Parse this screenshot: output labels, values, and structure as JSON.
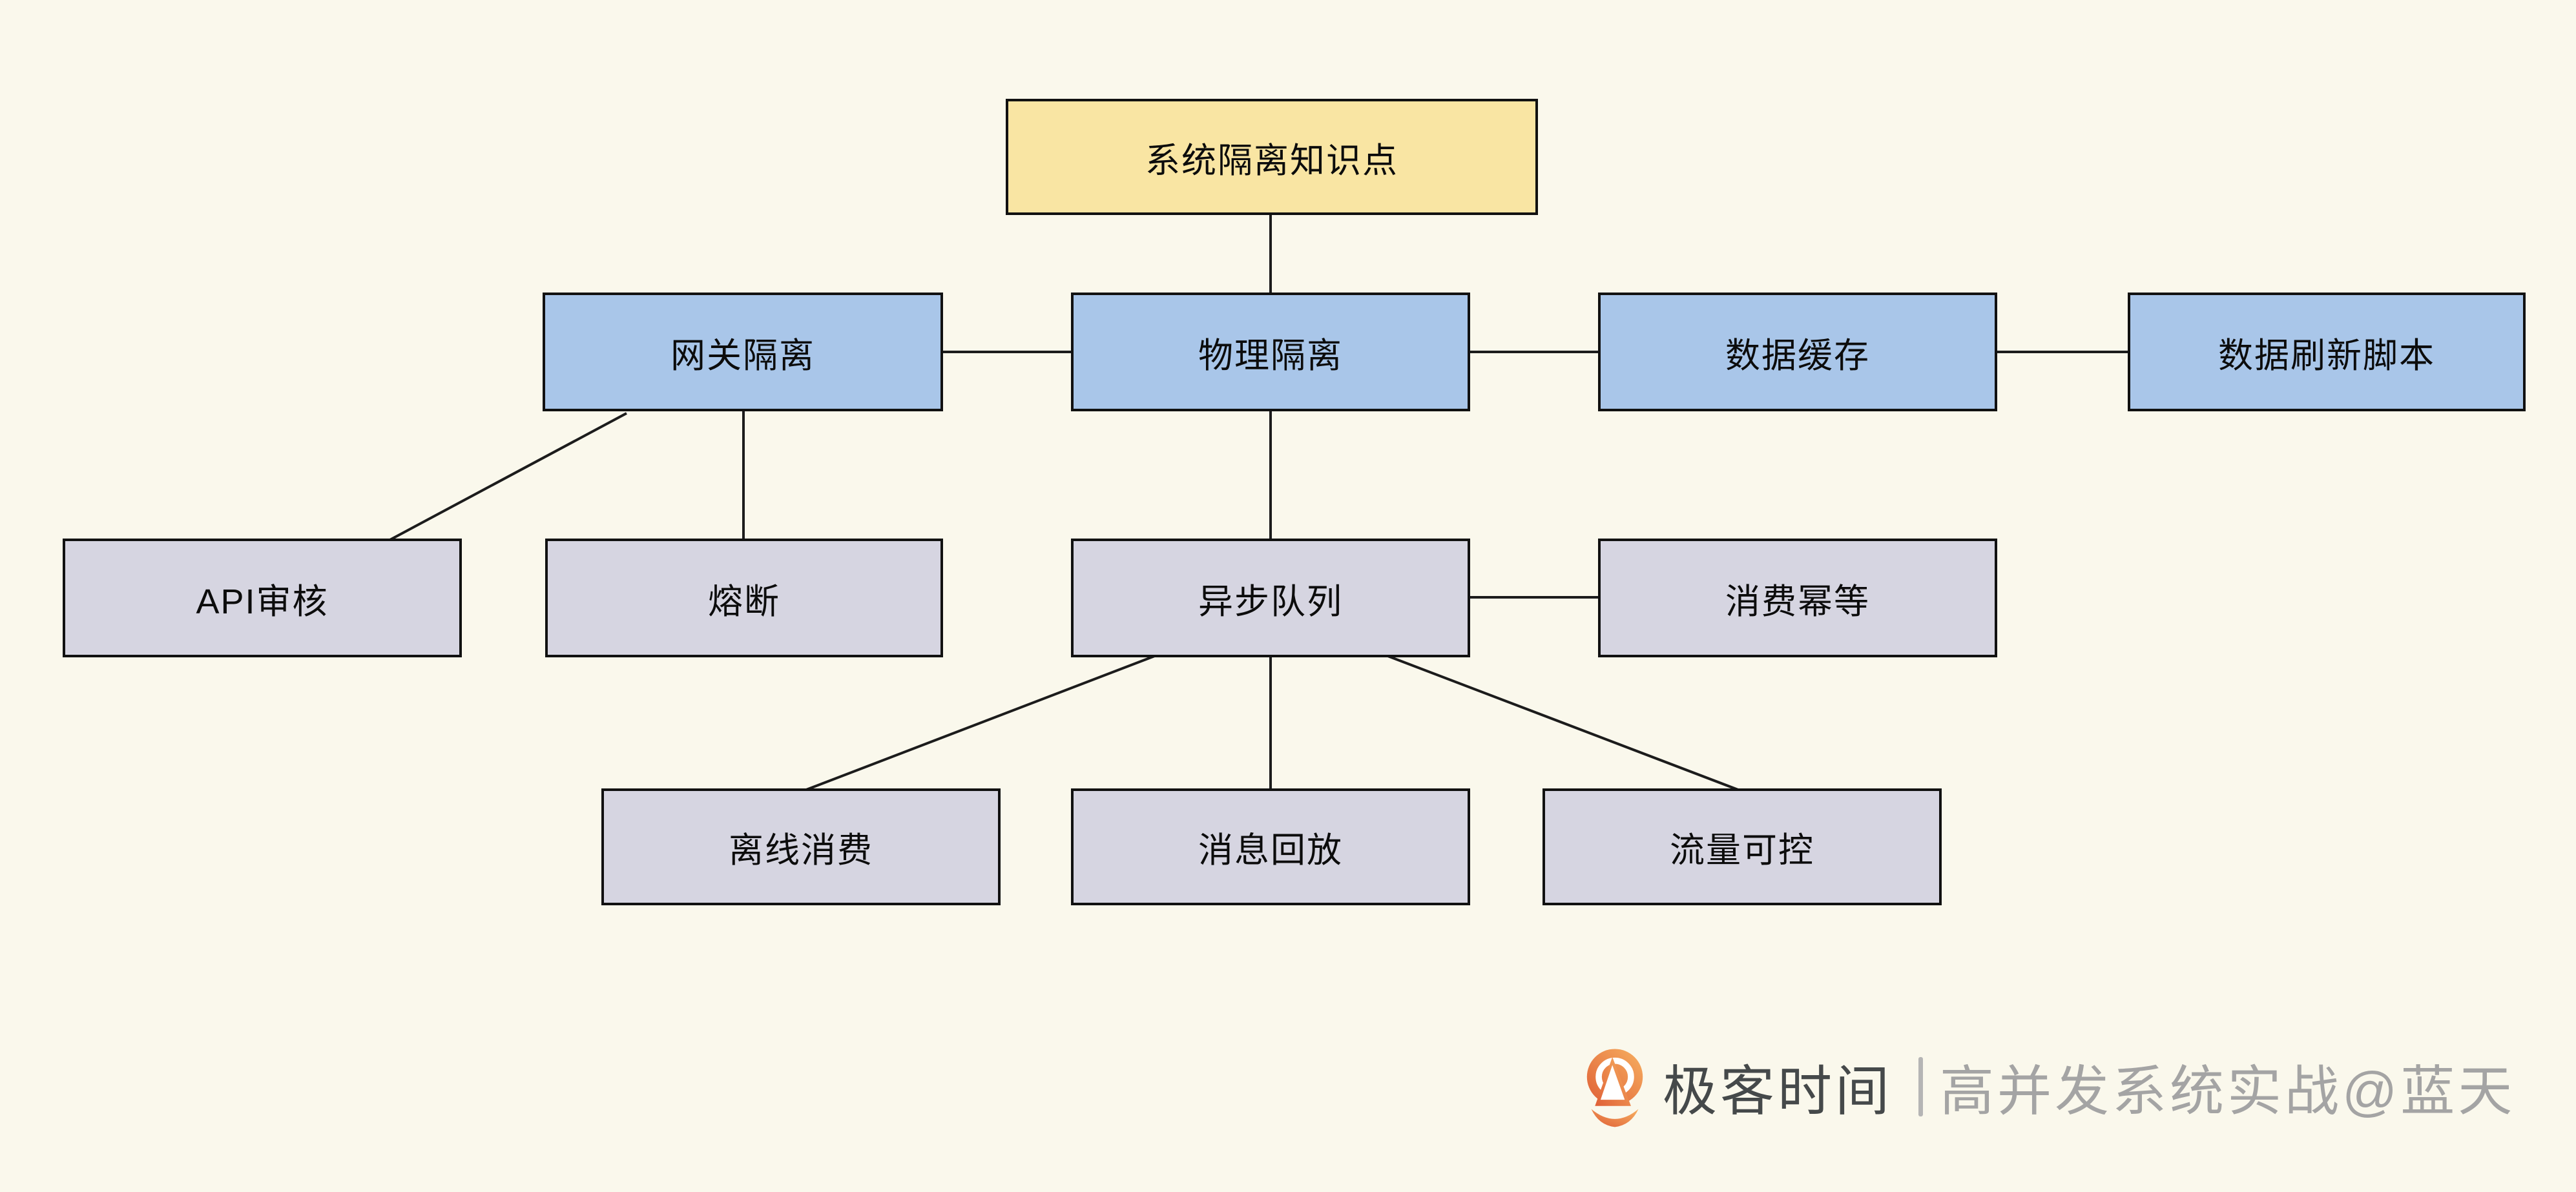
{
  "diagram": {
    "nodes": {
      "root": {
        "label": "系统隔离知识点",
        "level": "root"
      },
      "gateway": {
        "label": "网关隔离",
        "level": "branch"
      },
      "physical": {
        "label": "物理隔离",
        "level": "branch"
      },
      "cache": {
        "label": "数据缓存",
        "level": "branch"
      },
      "refresh": {
        "label": "数据刷新脚本",
        "level": "branch"
      },
      "api": {
        "label": "API审核",
        "level": "leaf"
      },
      "fuse": {
        "label": "熔断",
        "level": "leaf"
      },
      "queue": {
        "label": "异步队列",
        "level": "leaf"
      },
      "idem": {
        "label": "消费幂等",
        "level": "leaf"
      },
      "offline": {
        "label": "离线消费",
        "level": "leaf"
      },
      "replay": {
        "label": "消息回放",
        "level": "leaf"
      },
      "flow": {
        "label": "流量可控",
        "level": "leaf"
      }
    },
    "edges": [
      {
        "from": "root",
        "to": "physical"
      },
      {
        "from": "gateway",
        "to": "physical"
      },
      {
        "from": "physical",
        "to": "cache"
      },
      {
        "from": "cache",
        "to": "refresh"
      },
      {
        "from": "gateway",
        "to": "api"
      },
      {
        "from": "gateway",
        "to": "fuse"
      },
      {
        "from": "physical",
        "to": "queue"
      },
      {
        "from": "queue",
        "to": "idem"
      },
      {
        "from": "queue",
        "to": "offline"
      },
      {
        "from": "queue",
        "to": "replay"
      },
      {
        "from": "queue",
        "to": "flow"
      }
    ]
  },
  "watermark": {
    "brand": "极客时间",
    "subtitle": "高并发系统实战@蓝天",
    "logo_icon": "geektime-logo"
  },
  "colors": {
    "background": "#faf8ec",
    "root_fill": "#f9e5a3",
    "branch_fill": "#a9c6e9",
    "leaf_fill": "#d6d5e1",
    "node_border": "#111111",
    "edge_line": "#1c1c1c",
    "node_text": "#0c0c0c",
    "brand_orange_light": "#f7b061",
    "brand_orange_dark": "#df5f36",
    "brand_text": "#45494a",
    "subtitle_text": "#a4a4a4"
  }
}
